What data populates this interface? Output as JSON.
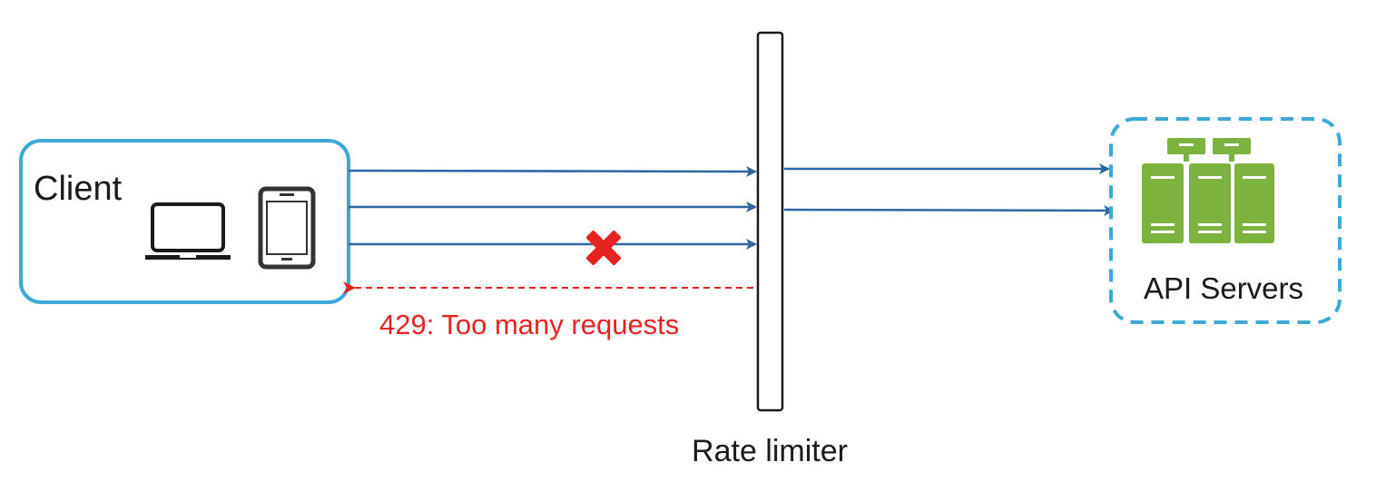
{
  "client": {
    "label": "Client",
    "devices": [
      "laptop-icon",
      "tablet-icon"
    ]
  },
  "rate_limiter": {
    "label": "Rate limiter"
  },
  "api_servers": {
    "label": "API Servers",
    "icon": "server-rack-icon"
  },
  "rejection": {
    "label": "429: Too many requests",
    "icon": "blocked-x-icon"
  },
  "colors": {
    "client_border": "#3fa9d6",
    "servers_border": "#3fa9d6",
    "arrow": "#2e65a3",
    "rejection": "#e8231f",
    "server_green": "#7db23f",
    "x_mark": "#e8231f"
  }
}
